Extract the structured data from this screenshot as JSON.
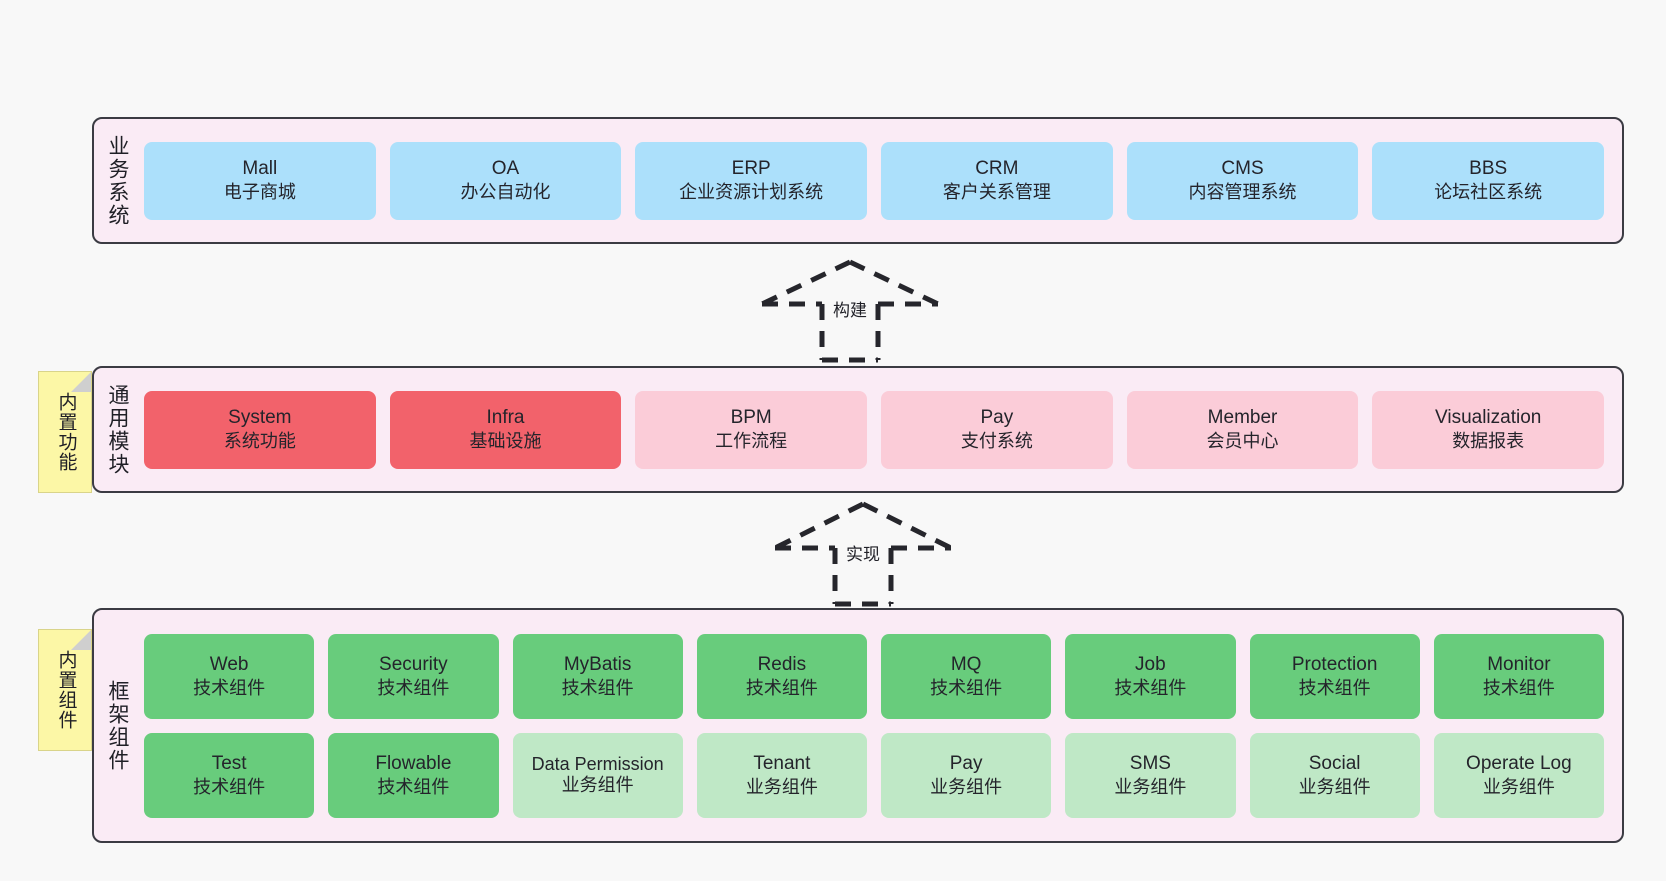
{
  "diagram": {
    "background_color": "#f8f8f8",
    "panel_color": "#faebf5",
    "panel_border_color": "#3b3b43"
  },
  "notes": [
    {
      "label": "内置功能",
      "color": "#fcf7a6"
    },
    {
      "label": "内置组件",
      "color": "#fcf7a6"
    }
  ],
  "arrows": [
    {
      "label": "构建",
      "style": "dashed-hollow-up"
    },
    {
      "label": "实现",
      "style": "dashed-hollow-up"
    }
  ],
  "layers": {
    "business": {
      "title": "业务系统",
      "cards": [
        {
          "en": "Mall",
          "cn": "电子商城",
          "color": "#ace0fb"
        },
        {
          "en": "OA",
          "cn": "办公自动化",
          "color": "#ace0fb"
        },
        {
          "en": "ERP",
          "cn": "企业资源计划系统",
          "color": "#ace0fb"
        },
        {
          "en": "CRM",
          "cn": "客户关系管理",
          "color": "#ace0fb"
        },
        {
          "en": "CMS",
          "cn": "内容管理系统",
          "color": "#ace0fb"
        },
        {
          "en": "BBS",
          "cn": "论坛社区系统",
          "color": "#ace0fb"
        }
      ]
    },
    "modules": {
      "title": "通用模块",
      "cards": [
        {
          "en": "System",
          "cn": "系统功能",
          "color": "#f2626b"
        },
        {
          "en": "Infra",
          "cn": "基础设施",
          "color": "#f2626b"
        },
        {
          "en": "BPM",
          "cn": "工作流程",
          "color": "#fbccd8"
        },
        {
          "en": "Pay",
          "cn": "支付系统",
          "color": "#fbccd8"
        },
        {
          "en": "Member",
          "cn": "会员中心",
          "color": "#fbccd8"
        },
        {
          "en": "Visualization",
          "cn": "数据报表",
          "color": "#fbccd8"
        }
      ]
    },
    "framework": {
      "title": "框架组件",
      "row1": [
        {
          "en": "Web",
          "cn": "技术组件",
          "color": "#68cc7c"
        },
        {
          "en": "Security",
          "cn": "技术组件",
          "color": "#68cc7c"
        },
        {
          "en": "MyBatis",
          "cn": "技术组件",
          "color": "#68cc7c"
        },
        {
          "en": "Redis",
          "cn": "技术组件",
          "color": "#68cc7c"
        },
        {
          "en": "MQ",
          "cn": "技术组件",
          "color": "#68cc7c"
        },
        {
          "en": "Job",
          "cn": "技术组件",
          "color": "#68cc7c"
        },
        {
          "en": "Protection",
          "cn": "技术组件",
          "color": "#68cc7c"
        },
        {
          "en": "Monitor",
          "cn": "技术组件",
          "color": "#68cc7c"
        }
      ],
      "row2": [
        {
          "en": "Test",
          "cn": "技术组件",
          "color": "#68cc7c"
        },
        {
          "en": "Flowable",
          "cn": "技术组件",
          "color": "#68cc7c"
        },
        {
          "en": "Data Permission",
          "cn": "业务组件",
          "color": "#bfe8c6"
        },
        {
          "en": "Tenant",
          "cn": "业务组件",
          "color": "#bfe8c6"
        },
        {
          "en": "Pay",
          "cn": "业务组件",
          "color": "#bfe8c6"
        },
        {
          "en": "SMS",
          "cn": "业务组件",
          "color": "#bfe8c6"
        },
        {
          "en": "Social",
          "cn": "业务组件",
          "color": "#bfe8c6"
        },
        {
          "en": "Operate Log",
          "cn": "业务组件",
          "color": "#bfe8c6"
        }
      ]
    }
  }
}
